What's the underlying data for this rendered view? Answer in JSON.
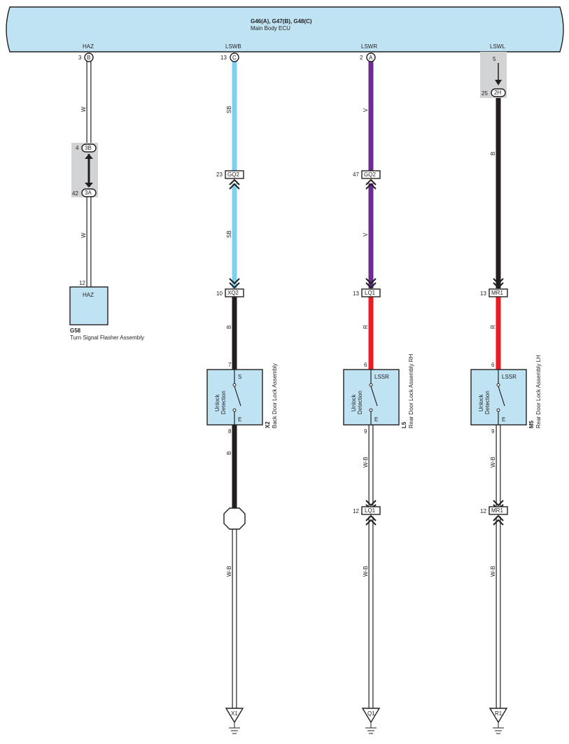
{
  "ecu": {
    "title": "G46(A), G47(B), G48(C)",
    "subtitle": "Main Body ECU",
    "fill": "#bfe3f3"
  },
  "colors": {
    "W": "#ffffff",
    "SB": "#7fd0f0",
    "V": "#6a2c91",
    "B": "#231f20",
    "R": "#ed1c24",
    "W-B": "#ffffff",
    "outline": "#231f20",
    "shade": "#d1d3d4"
  },
  "columns": {
    "haz": {
      "terminal": "HAZ",
      "ecu_pin": "3",
      "ecu_conn": "B",
      "wire_color_1": "W",
      "ilc_pin_top": "4",
      "ilc_top": "3B",
      "ilc_pin_bottom": "42",
      "ilc_bottom": "3A",
      "wire_color_2": "W",
      "comp_pin": "12",
      "comp_label": "HAZ",
      "comp_code": "G58",
      "comp_name": "Turn Signal Flasher Assembly"
    },
    "lswb": {
      "terminal": "LSWB",
      "ecu_pin": "13",
      "ecu_conn": "C",
      "wire_color_1": "SB",
      "j1_pin": "23",
      "j1": "GQ2",
      "wire_color_2": "SB",
      "j2_pin": "10",
      "j2": "XQ2",
      "wire_color_3": "B",
      "sw_in_pin": "7",
      "sw_in": "S",
      "sw_label_1": "Unlock",
      "sw_label_2": "Detection",
      "sw_out": "E",
      "sw_out_pin": "8",
      "comp_code": "X2",
      "comp_name": "Back Door Lock Assembly",
      "wire_color_4": "B",
      "wire_color_5": "W-B",
      "ground": "X1"
    },
    "lswr": {
      "terminal": "LSWR",
      "ecu_pin": "2",
      "ecu_conn": "A",
      "wire_color_1": "V",
      "j1_pin": "47",
      "j1": "GQ2",
      "wire_color_2": "V",
      "j2_pin": "13",
      "j2": "LQ1",
      "wire_color_3": "R",
      "sw_in_pin": "6",
      "sw_in": "LSSR",
      "sw_label_1": "Unlock",
      "sw_label_2": "Detection",
      "sw_out": "E",
      "sw_out_pin": "9",
      "comp_code": "L5",
      "comp_name": "Rear Door Lock Assembly RH",
      "wire_color_4": "W-B",
      "j3_pin": "12",
      "j3": "LQ1",
      "wire_color_5": "W-B",
      "ground": "Q1"
    },
    "lswl": {
      "terminal": "LSWL",
      "ecu_pin": "5",
      "ilc_pin": "25",
      "ilc": "2H",
      "wire_color_1": "B",
      "j2_pin": "13",
      "j2": "MR1",
      "wire_color_3": "R",
      "sw_in_pin": "6",
      "sw_in": "LSSR",
      "sw_label_1": "Unlock",
      "sw_label_2": "Detection",
      "sw_out": "E",
      "sw_out_pin": "9",
      "comp_code": "M5",
      "comp_name": "Rear Door Lock Assembly LH",
      "wire_color_4": "W-B",
      "j3_pin": "12",
      "j3": "MR1",
      "wire_color_5": "W-B",
      "ground": "R1"
    }
  }
}
